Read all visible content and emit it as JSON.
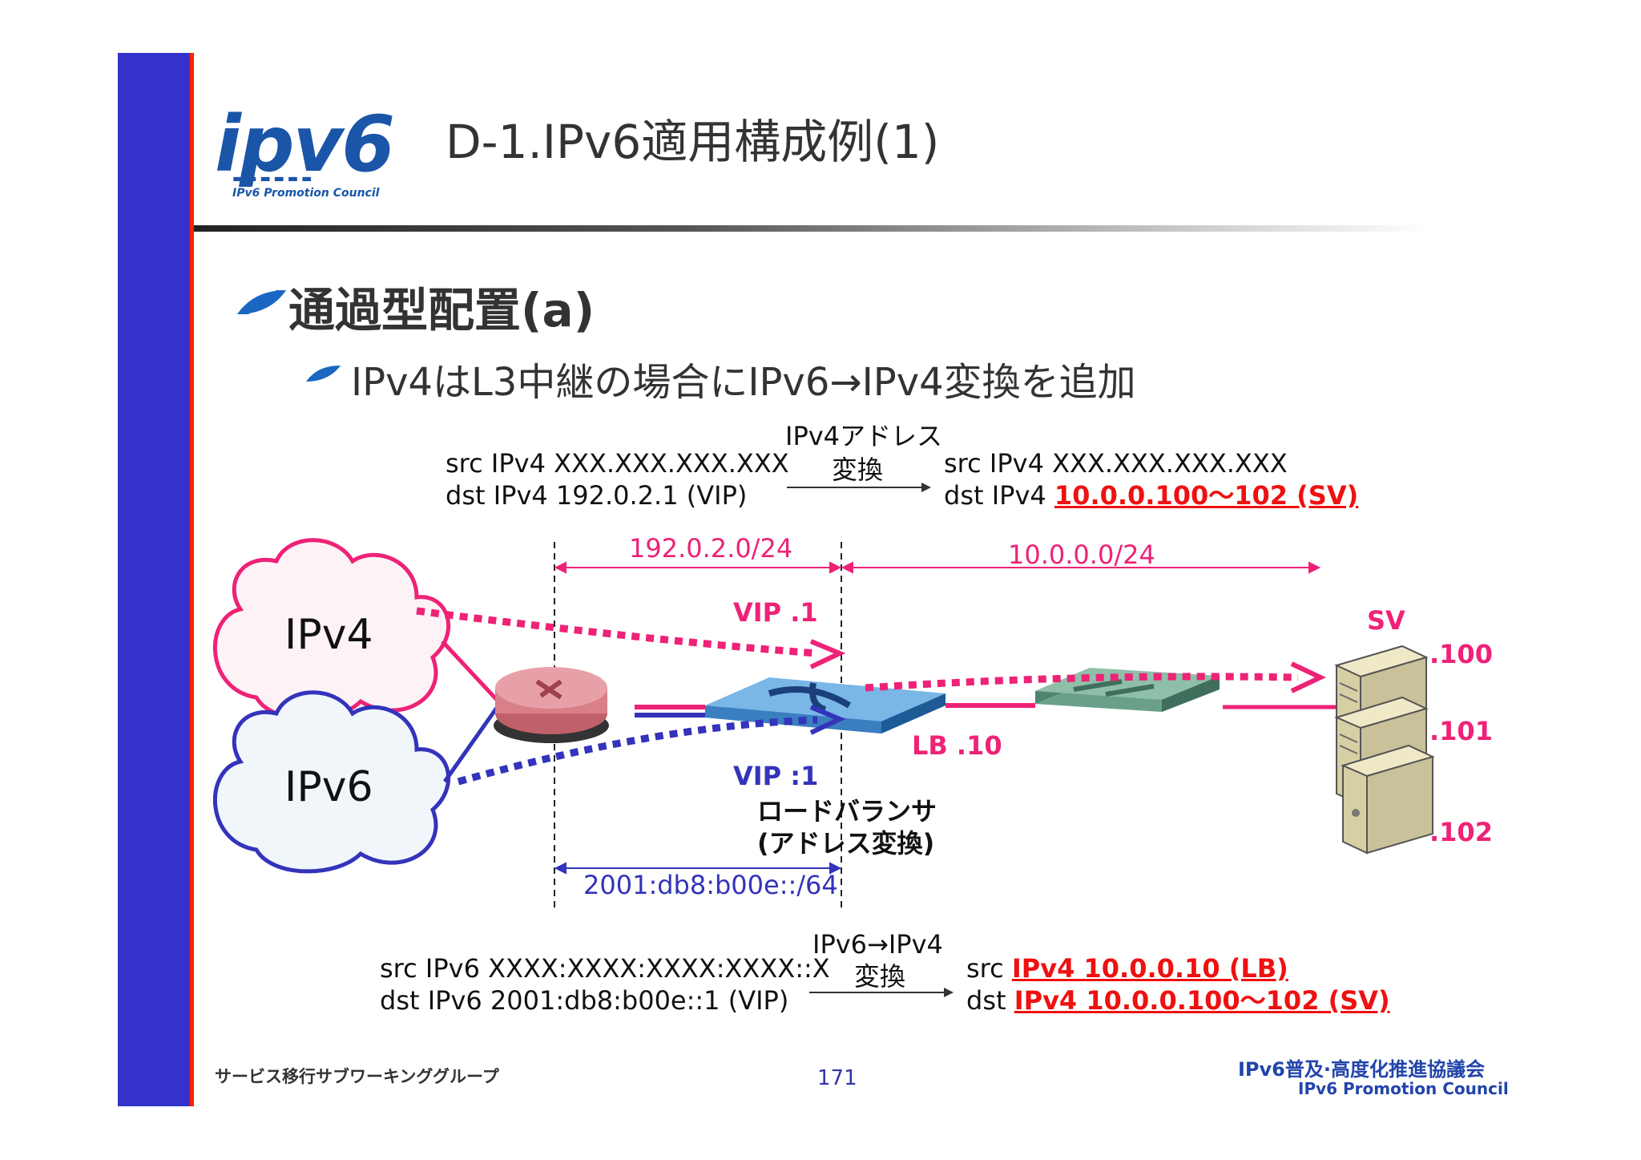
{
  "header": {
    "logo_text": "ipv6",
    "logo_subtitle": "IPv6 Promotion Council",
    "title": "D-1.IPv6適用構成例(1)"
  },
  "headings": {
    "main": "通過型配置(a)",
    "sub": "IPv4はL3中継の場合にIPv6→IPv4変換を追加"
  },
  "top_translation": {
    "src_line": "src IPv4 XXX.XXX.XXX.XXX",
    "dst_line": "dst IPv4 192.0.2.1 (VIP)",
    "arrow_label_1": "IPv4アドレス",
    "arrow_label_2": "変換",
    "out_src_line": "src IPv4 XXX.XXX.XXX.XXX",
    "out_dst_prefix": "dst IPv4 ",
    "out_dst_highlight": "10.0.0.100～102 (SV)"
  },
  "diagram": {
    "cloud_ipv4": "IPv4",
    "cloud_ipv6": "IPv6",
    "net_v4_front": "192.0.2.0/24",
    "net_v4_back": "10.0.0.0/24",
    "net_v6": "2001:db8:b00e::/64",
    "vip_v4": "VIP .1",
    "vip_v6": "VIP :1",
    "lb_addr": "LB .10",
    "lb_name_1": "ロードバランサ",
    "lb_name_2": "(アドレス変換)",
    "sv_label": "SV",
    "sv_100": ".100",
    "sv_101": ".101",
    "sv_102": ".102",
    "colors": {
      "ipv4": "#ee2277",
      "ipv6": "#3333bb",
      "highlight": "#ee1111"
    }
  },
  "bottom_translation": {
    "src_line": "src IPv6 XXXX:XXXX:XXXX:XXXX::X",
    "dst_line": "dst IPv6 2001:db8:b00e::1 (VIP)",
    "arrow_label_1": "IPv6→IPv4",
    "arrow_label_2": "変換",
    "out_src_prefix": "src ",
    "out_src_highlight": "IPv4 10.0.0.10 (LB)",
    "out_dst_prefix": "dst ",
    "out_dst_highlight": "IPv4 10.0.0.100～102 (SV)"
  },
  "footer": {
    "left": "サービス移行サブワーキンググループ",
    "page": "171",
    "org_jp": "IPv6普及·高度化推進協議会",
    "org_en": "IPv6 Promotion Council"
  }
}
